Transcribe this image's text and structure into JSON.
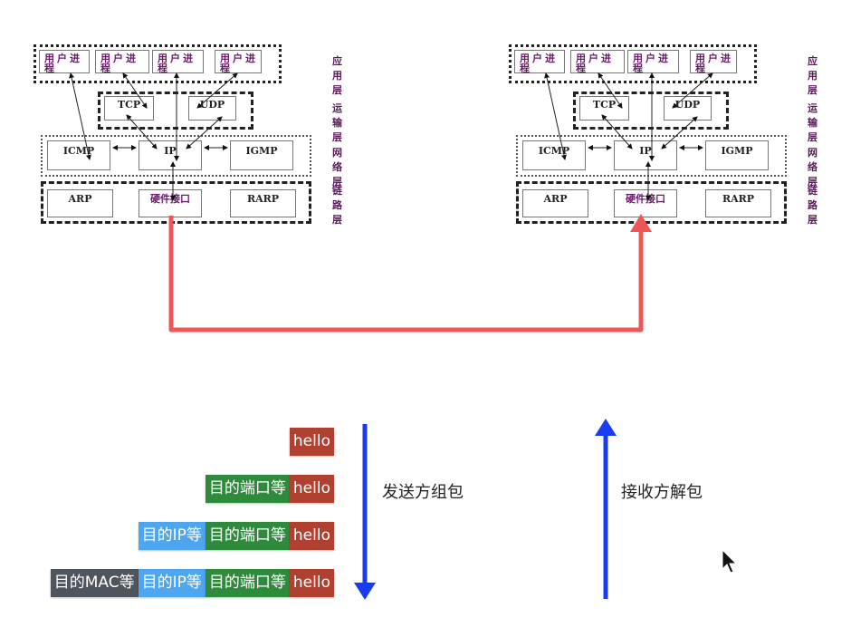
{
  "diagram": {
    "stacks": [
      {
        "side": "sender",
        "layers": {
          "application": {
            "label": "应用层",
            "boxes": [
              "用户进程",
              "用户进程",
              "用户进程",
              "用户进程"
            ]
          },
          "transport": {
            "label": "运输层",
            "boxes": [
              "TCP",
              "UDP"
            ]
          },
          "network": {
            "label": "网络层",
            "boxes": [
              "ICMP",
              "IP",
              "IGMP"
            ]
          },
          "link": {
            "label": "链路层",
            "boxes": [
              "ARP",
              "硬件接口",
              "RARP"
            ]
          }
        }
      },
      {
        "side": "receiver",
        "layers": {
          "application": {
            "label": "应用层",
            "boxes": [
              "用户进程",
              "用户进程",
              "用户进程",
              "用户进程"
            ]
          },
          "transport": {
            "label": "运输层",
            "boxes": [
              "TCP",
              "UDP"
            ]
          },
          "network": {
            "label": "网络层",
            "boxes": [
              "ICMP",
              "IP",
              "IGMP"
            ]
          },
          "link": {
            "label": "链路层",
            "boxes": [
              "ARP",
              "硬件接口",
              "RARP"
            ]
          }
        }
      }
    ],
    "transfer_arrow": {
      "from": "sender 硬件接口",
      "to": "receiver 硬件接口",
      "color": "#ee5555"
    }
  },
  "packets": {
    "rows": [
      [
        {
          "text": "hello",
          "color": "#b0402f"
        }
      ],
      [
        {
          "text": "目的端口等",
          "color": "#2e8b3c"
        },
        {
          "text": "hello",
          "color": "#b0402f"
        }
      ],
      [
        {
          "text": "目的IP等",
          "color": "#4fa6f0"
        },
        {
          "text": "目的端口等",
          "color": "#2e8b3c"
        },
        {
          "text": "hello",
          "color": "#b0402f"
        }
      ],
      [
        {
          "text": "目的MAC等",
          "color": "#4f555c"
        },
        {
          "text": "目的IP等",
          "color": "#4fa6f0"
        },
        {
          "text": "目的端口等",
          "color": "#2e8b3c"
        },
        {
          "text": "hello",
          "color": "#b0402f"
        }
      ]
    ]
  },
  "flows": {
    "send": {
      "label": "发送方组包",
      "direction": "down",
      "color": "#1a3cf0"
    },
    "receive": {
      "label": "接收方解包",
      "direction": "up",
      "color": "#1a3cf0"
    }
  },
  "cursor": {
    "icon": "mouse-pointer-icon"
  }
}
